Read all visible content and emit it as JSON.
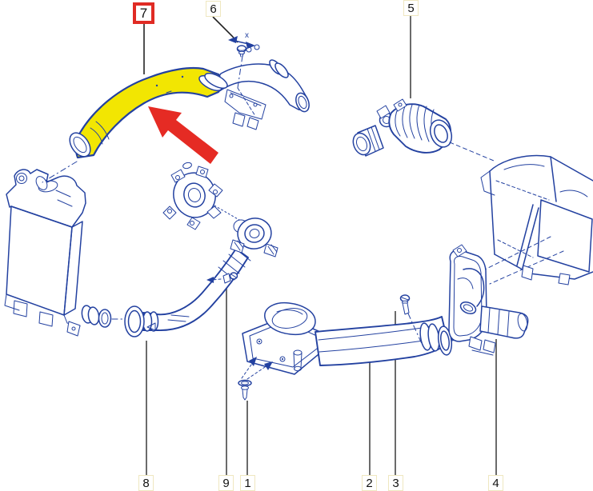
{
  "diagram": {
    "type": "exploded-parts-diagram",
    "background": "#ffffff",
    "colors": {
      "line": "#2341a0",
      "highlight": "#f2e602",
      "arrow": "#e52b24",
      "selected-border": "#e02b24",
      "callout-border": "#efe7c0",
      "leader": "#6b6b6b",
      "leader-dark": "#3c3c3c",
      "text": "#111111"
    },
    "direction_marker": "x",
    "selected_callout": "7",
    "callouts": [
      {
        "label": "7",
        "selected": true,
        "position": "top"
      },
      {
        "label": "6",
        "selected": false,
        "position": "top"
      },
      {
        "label": "5",
        "selected": false,
        "position": "top"
      },
      {
        "label": "8",
        "selected": false,
        "position": "bottom"
      },
      {
        "label": "9",
        "selected": false,
        "position": "bottom"
      },
      {
        "label": "1",
        "selected": false,
        "position": "bottom"
      },
      {
        "label": "2",
        "selected": false,
        "position": "bottom"
      },
      {
        "label": "3",
        "selected": false,
        "position": "bottom"
      },
      {
        "label": "4",
        "selected": false,
        "position": "bottom"
      }
    ]
  }
}
